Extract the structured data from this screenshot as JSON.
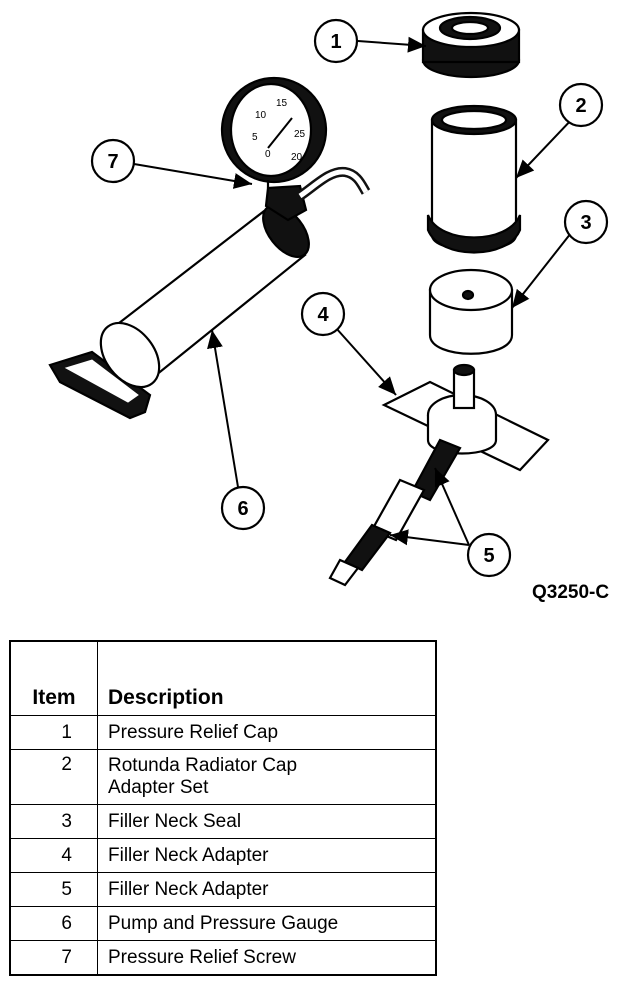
{
  "figure_id": "Q3250-C",
  "gauge_scale": [
    "5",
    "10",
    "15",
    "20",
    "25",
    "0",
    "20"
  ],
  "callouts": [
    "1",
    "2",
    "3",
    "4",
    "5",
    "6",
    "7"
  ],
  "legend": {
    "headers": {
      "item": "Item",
      "description": "Description"
    },
    "rows": [
      {
        "item": "1",
        "description": "Pressure Relief Cap"
      },
      {
        "item": "2",
        "description": "Rotunda Radiator Cap Adapter Set"
      },
      {
        "item": "3",
        "description": "Filler Neck Seal"
      },
      {
        "item": "4",
        "description": "Filler Neck Adapter"
      },
      {
        "item": "5",
        "description": "Filler Neck Adapter"
      },
      {
        "item": "6",
        "description": "Pump and Pressure Gauge"
      },
      {
        "item": "7",
        "description": "Pressure Relief Screw"
      }
    ]
  }
}
